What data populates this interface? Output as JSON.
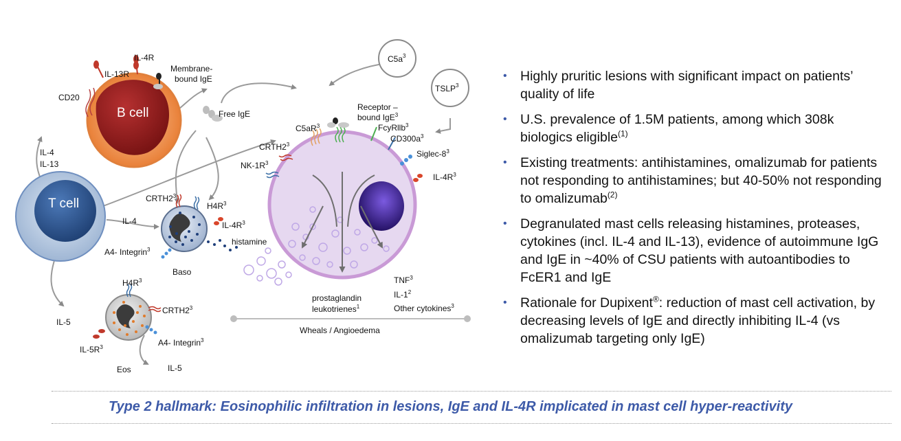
{
  "diagram": {
    "b_cell": "B cell",
    "t_cell": "T cell",
    "baso": "Baso",
    "eos": "Eos",
    "labels": {
      "il4r_top": "IL-4R",
      "il13r": "IL-13R",
      "cd20": "CD20",
      "membrane_ige_1": "Membrane-",
      "membrane_ige_2": "bound IgE",
      "free_ige": "Free IgE",
      "c5a": "C5a",
      "tslp": "TSLP",
      "receptor_ige_1": "Receptor –",
      "receptor_ige_2": "bound IgE",
      "c5ar": "C5aR",
      "fcyrllb": "FcyRllb",
      "cd300a": "CD300a",
      "crth2_mast": "CRTH2",
      "siglec8": "Siglec-8",
      "nk1r": "NK-1R",
      "il4r_mast": "IL-4R",
      "il4": "IL-4",
      "il13": "IL-13",
      "crth2_baso": "CRTH2",
      "h4r_baso": "H4R",
      "il4_baso": "IL-4",
      "il4r_baso": "IL-4R",
      "histamine": "histamine",
      "a4_integrin_baso": "A4- Integrin",
      "h4r_eos": "H4R",
      "crth2_eos": "CRTH2",
      "il5_left": "IL-5",
      "il5r": "IL-5R",
      "a4_integrin_eos": "A4- Integrin",
      "il5_bottom": "IL-5",
      "tnf": "TNF",
      "il1": "IL-1",
      "other_cytokines": "Other cytokines",
      "prostaglandin": "prostaglandin",
      "leukotrienes": "leukotrienes",
      "wheals": "Wheals / Angioedema"
    },
    "superscripts": {
      "c5a": "3",
      "tslp": "3",
      "receptor_ige": "3",
      "c5ar": "3",
      "fcyrllb": "3",
      "cd300a": "3",
      "crth2_mast": "3",
      "siglec8": "3",
      "nk1r": "3",
      "il4r_mast": "3",
      "crth2_baso": "3",
      "h4r_baso": "3",
      "il4r_baso": "3",
      "a4_integrin_baso": "3",
      "h4r_eos": "3",
      "crth2_eos": "3",
      "il5r": "3",
      "a4_integrin_eos": "3",
      "tnf": "3",
      "il1": "2",
      "other_cytokines": "3",
      "leukotrienes": "1"
    }
  },
  "bullets": [
    {
      "text": "Highly pruritic lesions with significant impact on patients’ quality of life",
      "sup": ""
    },
    {
      "text": "U.S. prevalence of 1.5M patients, among which 308k biologics eligible",
      "sup": "(1)"
    },
    {
      "text": "Existing treatments: antihistamines, omalizumab for patients not responding to antihistamines; but 40-50% not responding to omalizumab",
      "sup": "(2)"
    },
    {
      "text": "Degranulated mast cells releasing histamines, proteases, cytokines (incl. IL-4 and IL-13), evidence of autoimmune IgG and IgE in ~40% of CSU patients with autoantibodies to FcER1 and IgE",
      "sup": ""
    },
    {
      "pre": "Rationale for Dupixent",
      "reg": "®",
      "post": ": reduction of mast cell activation, by decreasing levels of IgE and directly inhibiting IL-4 (vs omalizumab targeting only IgE)"
    }
  ],
  "hallmark": "Type 2 hallmark: Eosinophilic infiltration in lesions, IgE and IL-4R implicated in mast cell hyper-reactivity",
  "colors": {
    "accent": "#3d5aa8",
    "b_cell_outer": "#f2a06a",
    "b_cell_nucleus": "#9c1f1f",
    "t_cell": "#2e5a9c",
    "mast_cell": "#dcc8ec",
    "mast_membrane": "#c99ad6",
    "mast_nucleus": "#3b1a8a",
    "baso_granule": "#1f3f7a",
    "eos_granule": "#e07b2b"
  }
}
